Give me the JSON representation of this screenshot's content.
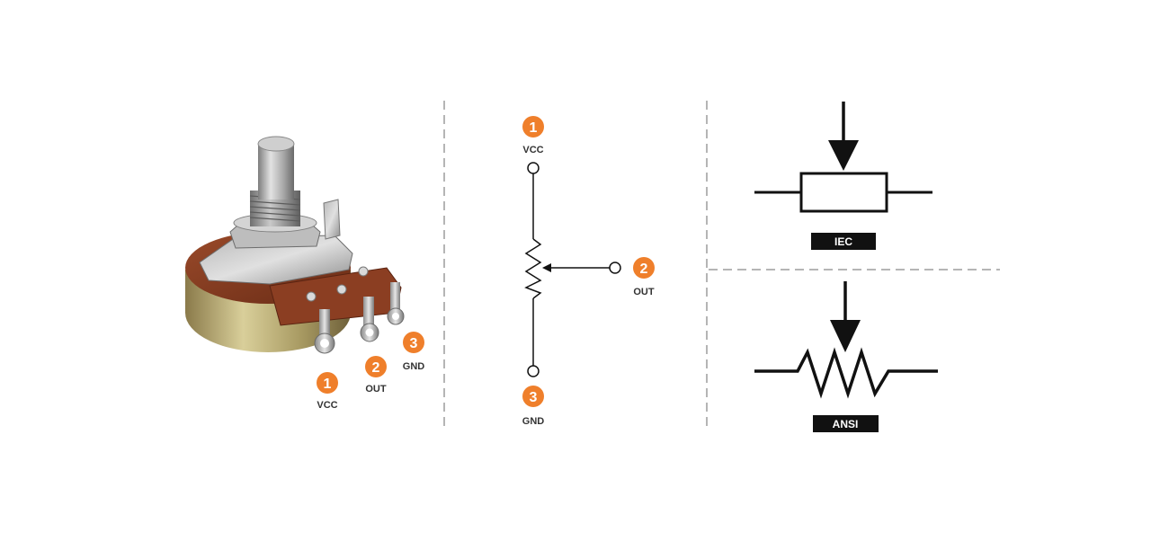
{
  "colors": {
    "badge": "#ef7f2b",
    "divider": "#b5b5b5",
    "stroke": "#111111",
    "label_box": "#111111"
  },
  "photo": {
    "pins": [
      {
        "number": "1",
        "label": "VCC"
      },
      {
        "number": "2",
        "label": "OUT"
      },
      {
        "number": "3",
        "label": "GND"
      }
    ]
  },
  "schematic": {
    "pins": [
      {
        "number": "1",
        "label": "VCC"
      },
      {
        "number": "2",
        "label": "OUT"
      },
      {
        "number": "3",
        "label": "GND"
      }
    ]
  },
  "symbols": {
    "iec_label": "IEC",
    "ansi_label": "ANSI"
  }
}
